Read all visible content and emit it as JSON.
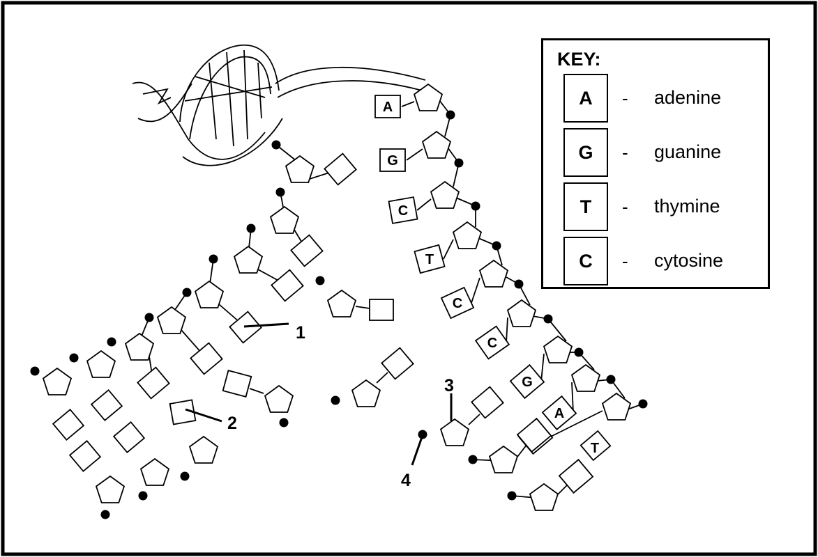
{
  "key": {
    "title": "KEY:",
    "entries": [
      {
        "symbol": "A",
        "dash": "-",
        "name": "adenine"
      },
      {
        "symbol": "G",
        "dash": "-",
        "name": "guanine"
      },
      {
        "symbol": "T",
        "dash": "-",
        "name": "thymine"
      },
      {
        "symbol": "C",
        "dash": "-",
        "name": "cytosine"
      }
    ]
  },
  "right_strand_bases": [
    "A",
    "G",
    "C",
    "T",
    "C",
    "C",
    "G",
    "A",
    "T"
  ],
  "lone_base_label": "T",
  "callouts": [
    "1",
    "2",
    "3",
    "4"
  ]
}
